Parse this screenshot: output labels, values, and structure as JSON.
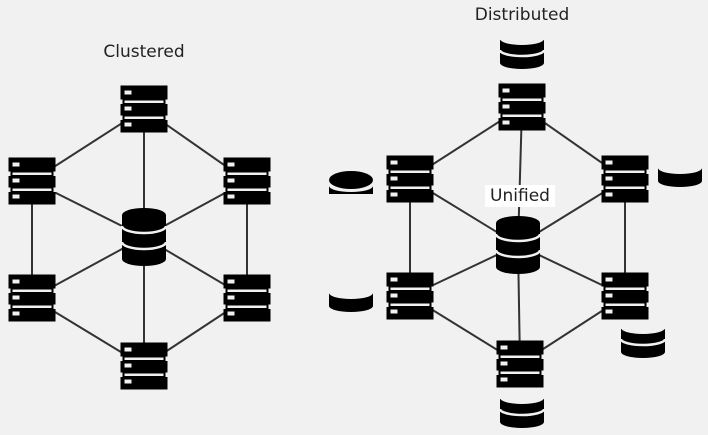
{
  "clustered": {
    "title": "Clustered",
    "nodes": [
      {
        "id": "c-top",
        "type": "server"
      },
      {
        "id": "c-left-upper",
        "type": "server"
      },
      {
        "id": "c-right-upper",
        "type": "server"
      },
      {
        "id": "c-left-lower",
        "type": "server"
      },
      {
        "id": "c-right-lower",
        "type": "server"
      },
      {
        "id": "c-bottom",
        "type": "server"
      },
      {
        "id": "c-center-db",
        "type": "database"
      }
    ],
    "edges": [
      [
        "c-top",
        "c-left-upper"
      ],
      [
        "c-top",
        "c-right-upper"
      ],
      [
        "c-top",
        "c-center-db"
      ],
      [
        "c-left-upper",
        "c-left-lower"
      ],
      [
        "c-right-upper",
        "c-right-lower"
      ],
      [
        "c-left-upper",
        "c-center-db"
      ],
      [
        "c-right-upper",
        "c-center-db"
      ],
      [
        "c-left-lower",
        "c-center-db"
      ],
      [
        "c-right-lower",
        "c-center-db"
      ],
      [
        "c-left-lower",
        "c-bottom"
      ],
      [
        "c-right-lower",
        "c-bottom"
      ],
      [
        "c-bottom",
        "c-center-db"
      ]
    ]
  },
  "distributed": {
    "title": "Distributed",
    "center_label": "Unified",
    "nodes": [
      {
        "id": "d-top",
        "type": "server"
      },
      {
        "id": "d-left-upper",
        "type": "server"
      },
      {
        "id": "d-right-upper",
        "type": "server"
      },
      {
        "id": "d-left-lower",
        "type": "server"
      },
      {
        "id": "d-right-lower",
        "type": "server"
      },
      {
        "id": "d-bottom",
        "type": "server"
      },
      {
        "id": "d-center-db",
        "type": "database"
      },
      {
        "id": "d-top-shard",
        "type": "database-shard"
      },
      {
        "id": "d-left-upper-shard",
        "type": "database-shard"
      },
      {
        "id": "d-right-upper-shard",
        "type": "database-shard"
      },
      {
        "id": "d-left-lower-shard",
        "type": "database-shard"
      },
      {
        "id": "d-right-lower-shard",
        "type": "database-shard"
      },
      {
        "id": "d-bottom-shard",
        "type": "database-shard"
      }
    ],
    "edges": [
      [
        "d-top",
        "d-left-upper"
      ],
      [
        "d-top",
        "d-right-upper"
      ],
      [
        "d-top",
        "d-center-db"
      ],
      [
        "d-left-upper",
        "d-left-lower"
      ],
      [
        "d-right-upper",
        "d-right-lower"
      ],
      [
        "d-left-upper",
        "d-center-db"
      ],
      [
        "d-right-upper",
        "d-center-db"
      ],
      [
        "d-left-lower",
        "d-center-db"
      ],
      [
        "d-right-lower",
        "d-center-db"
      ],
      [
        "d-left-lower",
        "d-bottom"
      ],
      [
        "d-right-lower",
        "d-bottom"
      ],
      [
        "d-bottom",
        "d-center-db"
      ]
    ]
  },
  "colors": {
    "background": "#f1f1f1",
    "icon": "#000000",
    "line": "#333333",
    "text": "#222222",
    "label_box": "#ffffff"
  }
}
